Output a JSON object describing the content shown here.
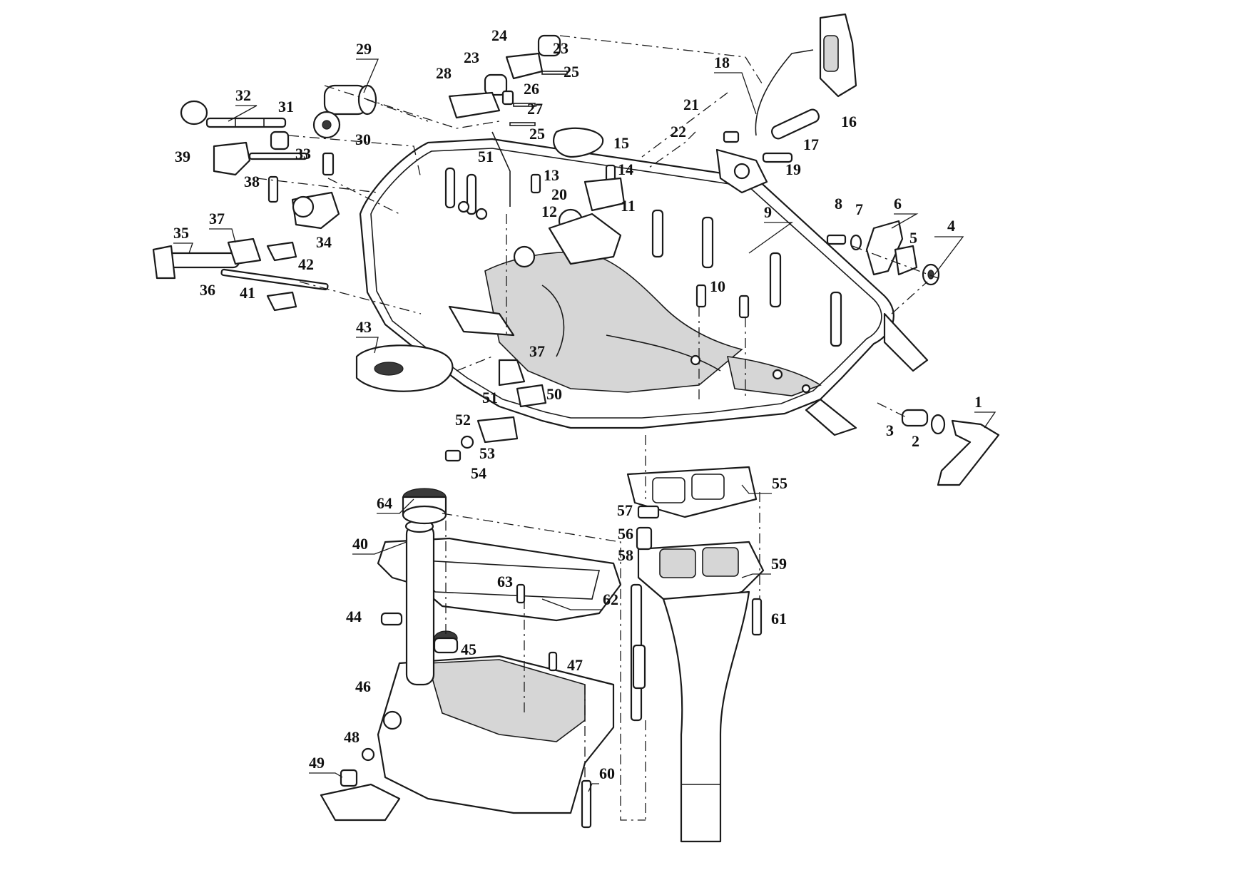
{
  "callouts": [
    {
      "id": "c1",
      "label": "1"
    },
    {
      "id": "c2",
      "label": "2"
    },
    {
      "id": "c3",
      "label": "3"
    },
    {
      "id": "c4",
      "label": "4"
    },
    {
      "id": "c5",
      "label": "5"
    },
    {
      "id": "c6",
      "label": "6"
    },
    {
      "id": "c7",
      "label": "7"
    },
    {
      "id": "c8",
      "label": "8"
    },
    {
      "id": "c9",
      "label": "9"
    },
    {
      "id": "c10",
      "label": "10"
    },
    {
      "id": "c11",
      "label": "11"
    },
    {
      "id": "c12",
      "label": "12"
    },
    {
      "id": "c13",
      "label": "13"
    },
    {
      "id": "c14",
      "label": "14"
    },
    {
      "id": "c15",
      "label": "15"
    },
    {
      "id": "c16",
      "label": "16"
    },
    {
      "id": "c17",
      "label": "17"
    },
    {
      "id": "c18",
      "label": "18"
    },
    {
      "id": "c19",
      "label": "19"
    },
    {
      "id": "c20",
      "label": "20"
    },
    {
      "id": "c21",
      "label": "21"
    },
    {
      "id": "c22",
      "label": "22"
    },
    {
      "id": "c23a",
      "label": "23"
    },
    {
      "id": "c23b",
      "label": "23"
    },
    {
      "id": "c24",
      "label": "24"
    },
    {
      "id": "c25a",
      "label": "25"
    },
    {
      "id": "c25b",
      "label": "25"
    },
    {
      "id": "c26",
      "label": "26"
    },
    {
      "id": "c27",
      "label": "27"
    },
    {
      "id": "c28",
      "label": "28"
    },
    {
      "id": "c29",
      "label": "29"
    },
    {
      "id": "c30",
      "label": "30"
    },
    {
      "id": "c31",
      "label": "31"
    },
    {
      "id": "c32",
      "label": "32"
    },
    {
      "id": "c33",
      "label": "33"
    },
    {
      "id": "c34",
      "label": "34"
    },
    {
      "id": "c35",
      "label": "35"
    },
    {
      "id": "c36",
      "label": "36"
    },
    {
      "id": "c37a",
      "label": "37"
    },
    {
      "id": "c37b",
      "label": "37"
    },
    {
      "id": "c38",
      "label": "38"
    },
    {
      "id": "c39",
      "label": "39"
    },
    {
      "id": "c40",
      "label": "40"
    },
    {
      "id": "c41",
      "label": "41"
    },
    {
      "id": "c42",
      "label": "42"
    },
    {
      "id": "c43",
      "label": "43"
    },
    {
      "id": "c44",
      "label": "44"
    },
    {
      "id": "c45",
      "label": "45"
    },
    {
      "id": "c46",
      "label": "46"
    },
    {
      "id": "c47",
      "label": "47"
    },
    {
      "id": "c48",
      "label": "48"
    },
    {
      "id": "c49",
      "label": "49"
    },
    {
      "id": "c50",
      "label": "50"
    },
    {
      "id": "c51a",
      "label": "51"
    },
    {
      "id": "c51b",
      "label": "51"
    },
    {
      "id": "c52",
      "label": "52"
    },
    {
      "id": "c53",
      "label": "53"
    },
    {
      "id": "c54",
      "label": "54"
    },
    {
      "id": "c55",
      "label": "55"
    },
    {
      "id": "c56",
      "label": "56"
    },
    {
      "id": "c57",
      "label": "57"
    },
    {
      "id": "c58",
      "label": "58"
    },
    {
      "id": "c59",
      "label": "59"
    },
    {
      "id": "c60",
      "label": "60"
    },
    {
      "id": "c61",
      "label": "61"
    },
    {
      "id": "c62",
      "label": "62"
    },
    {
      "id": "c63",
      "label": "63"
    },
    {
      "id": "c64",
      "label": "64"
    }
  ]
}
